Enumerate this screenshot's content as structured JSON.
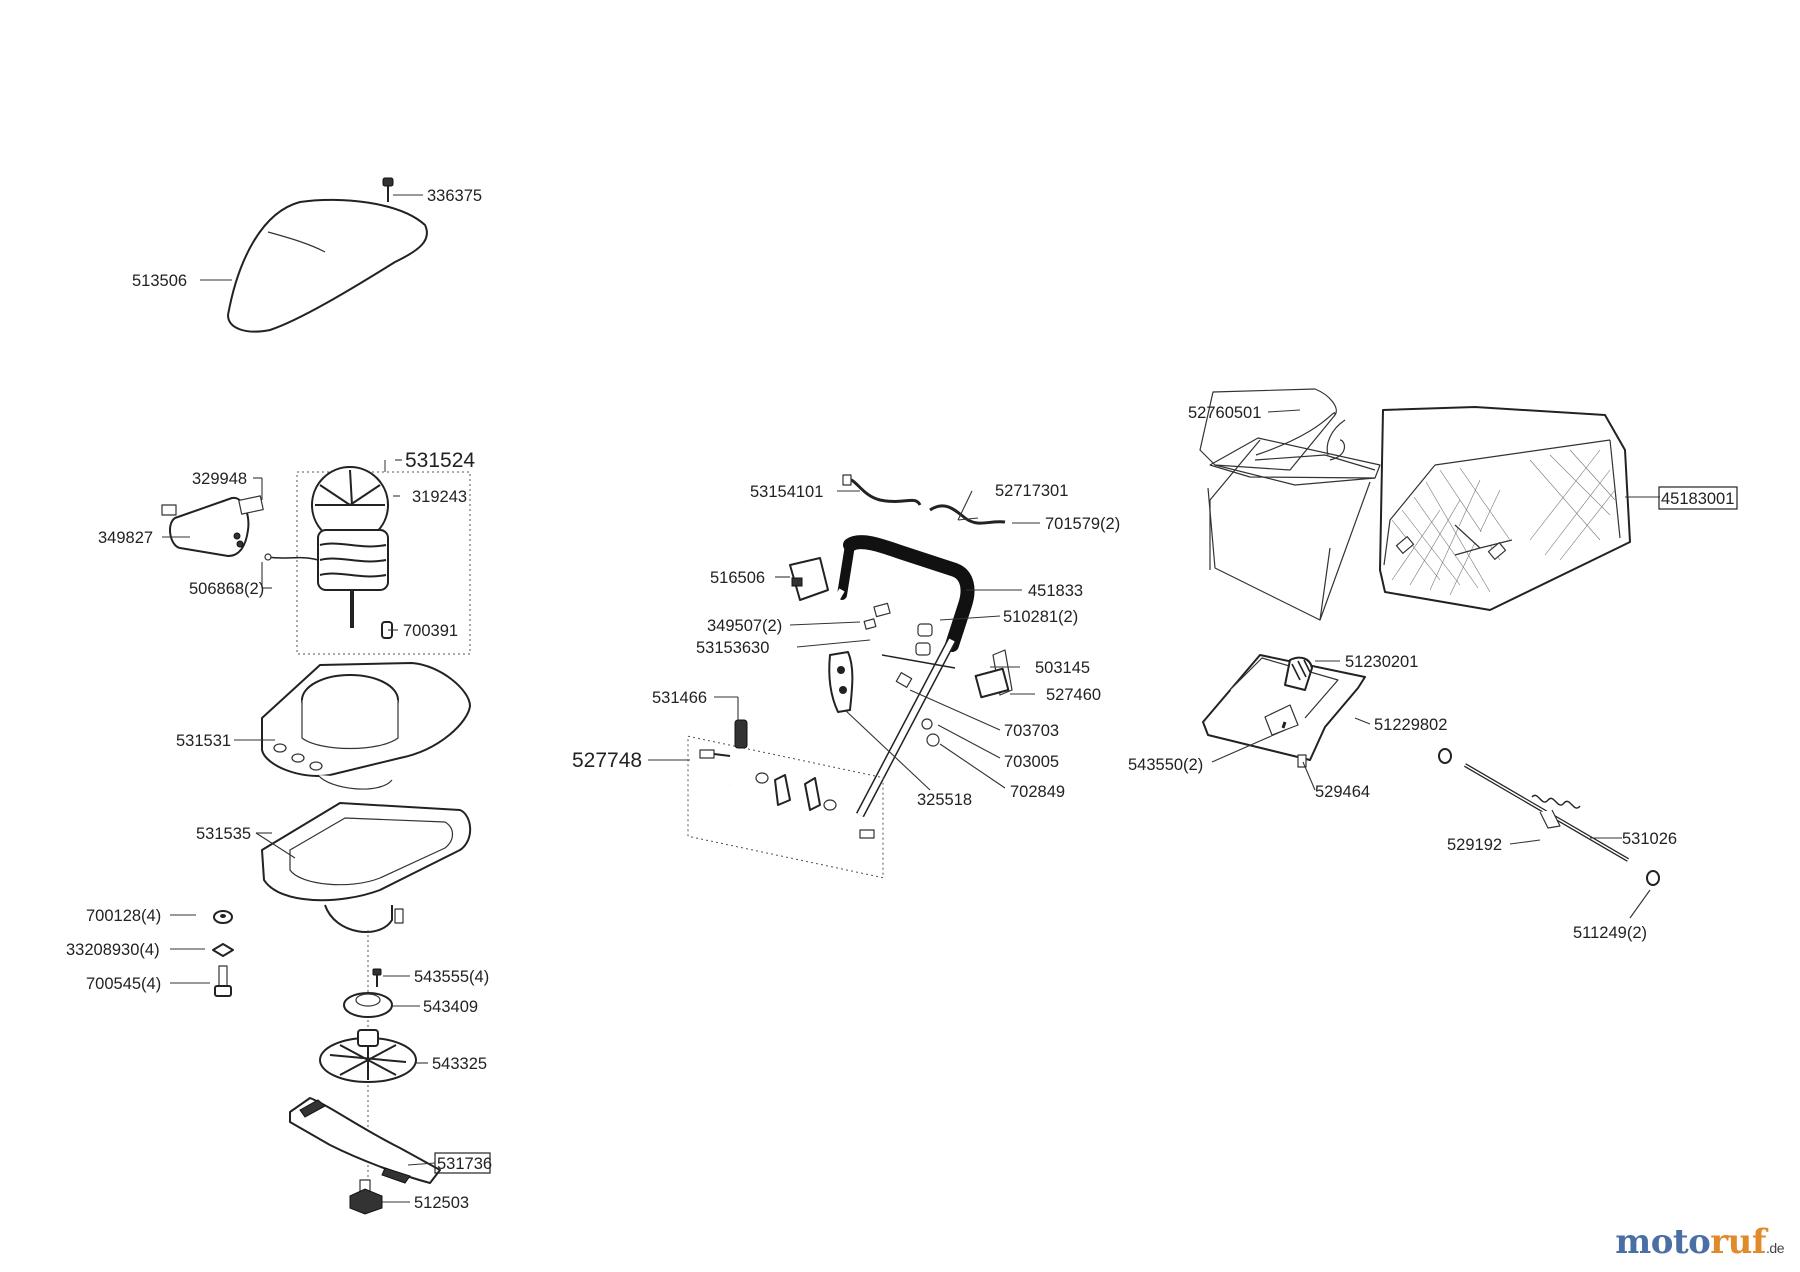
{
  "parts": [
    {
      "id": "p336375",
      "label": "336375"
    },
    {
      "id": "p513506",
      "label": "513506"
    },
    {
      "id": "p531524",
      "label": "531524"
    },
    {
      "id": "p329948",
      "label": "329948"
    },
    {
      "id": "p319243",
      "label": "319243"
    },
    {
      "id": "p349827",
      "label": "349827"
    },
    {
      "id": "p506868",
      "label": "506868(2)"
    },
    {
      "id": "p700391",
      "label": "700391"
    },
    {
      "id": "p531531",
      "label": "531531"
    },
    {
      "id": "p531535",
      "label": "531535"
    },
    {
      "id": "p700128",
      "label": "700128(4)"
    },
    {
      "id": "p33208930",
      "label": "33208930(4)"
    },
    {
      "id": "p700545",
      "label": "700545(4)"
    },
    {
      "id": "p543555",
      "label": "543555(4)"
    },
    {
      "id": "p543409",
      "label": "543409"
    },
    {
      "id": "p543325",
      "label": "543325"
    },
    {
      "id": "p531736",
      "label": "531736"
    },
    {
      "id": "p512503",
      "label": "512503"
    },
    {
      "id": "p53154101",
      "label": "53154101"
    },
    {
      "id": "p52717301",
      "label": "52717301"
    },
    {
      "id": "p701579",
      "label": "701579(2)"
    },
    {
      "id": "p516506",
      "label": "516506"
    },
    {
      "id": "p451833",
      "label": "451833"
    },
    {
      "id": "p510281",
      "label": "510281(2)"
    },
    {
      "id": "p349507",
      "label": "349507(2)"
    },
    {
      "id": "p53153630",
      "label": "53153630"
    },
    {
      "id": "p503145",
      "label": "503145"
    },
    {
      "id": "p527460",
      "label": "527460"
    },
    {
      "id": "p531466",
      "label": "531466"
    },
    {
      "id": "p703703",
      "label": "703703"
    },
    {
      "id": "p527748",
      "label": "527748"
    },
    {
      "id": "p703005",
      "label": "703005"
    },
    {
      "id": "p702849",
      "label": "702849"
    },
    {
      "id": "p325518",
      "label": "325518"
    },
    {
      "id": "p52760501",
      "label": "52760501"
    },
    {
      "id": "p45183001",
      "label": "45183001"
    },
    {
      "id": "p51230201",
      "label": "51230201"
    },
    {
      "id": "p51229802",
      "label": "51229802"
    },
    {
      "id": "p543550",
      "label": "543550(2)"
    },
    {
      "id": "p529464",
      "label": "529464"
    },
    {
      "id": "p531026",
      "label": "531026"
    },
    {
      "id": "p529192",
      "label": "529192"
    },
    {
      "id": "p511249",
      "label": "511249(2)"
    }
  ],
  "watermark": {
    "part1": "moto",
    "part2": "ruf",
    "part3": ".de"
  }
}
